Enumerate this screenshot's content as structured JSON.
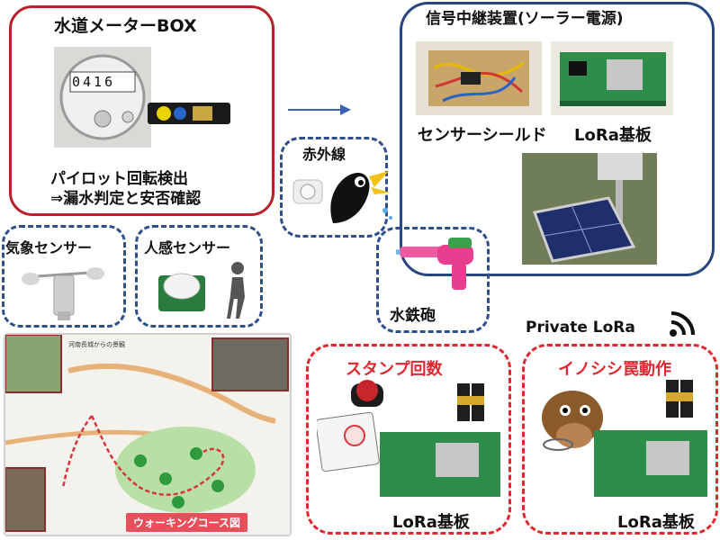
{
  "water_meter_box": {
    "title": "水道メーターBOX",
    "meter_digits": "0416",
    "line1": "パイロット回転検出",
    "line2": "⇒漏水判定と安否確認"
  },
  "relay_device": {
    "title": "信号中継装置(ソーラー電源)",
    "sensor_shield": "センサーシールド",
    "lora_board": "LoRa基板"
  },
  "infrared": {
    "title": "赤外線"
  },
  "weather_sensor": {
    "title": "気象センサー"
  },
  "human_sensor": {
    "title": "人感センサー"
  },
  "water_gun": {
    "title": "水鉄砲"
  },
  "private_lora": {
    "title": "Private LoRa"
  },
  "stamp_count": {
    "title": "スタンプ回数",
    "board": "LoRa基板"
  },
  "boar_trap": {
    "title": "イノシシ罠動作",
    "board": "LoRa基板"
  },
  "walking_map": {
    "title": "ウォーキングコース図",
    "caption": "河南長城からの景観"
  },
  "colors": {
    "red": "#b8212a",
    "blue": "#27467f",
    "dashed_red": "#e0262e",
    "map_title_bg": "#e94f5a"
  }
}
